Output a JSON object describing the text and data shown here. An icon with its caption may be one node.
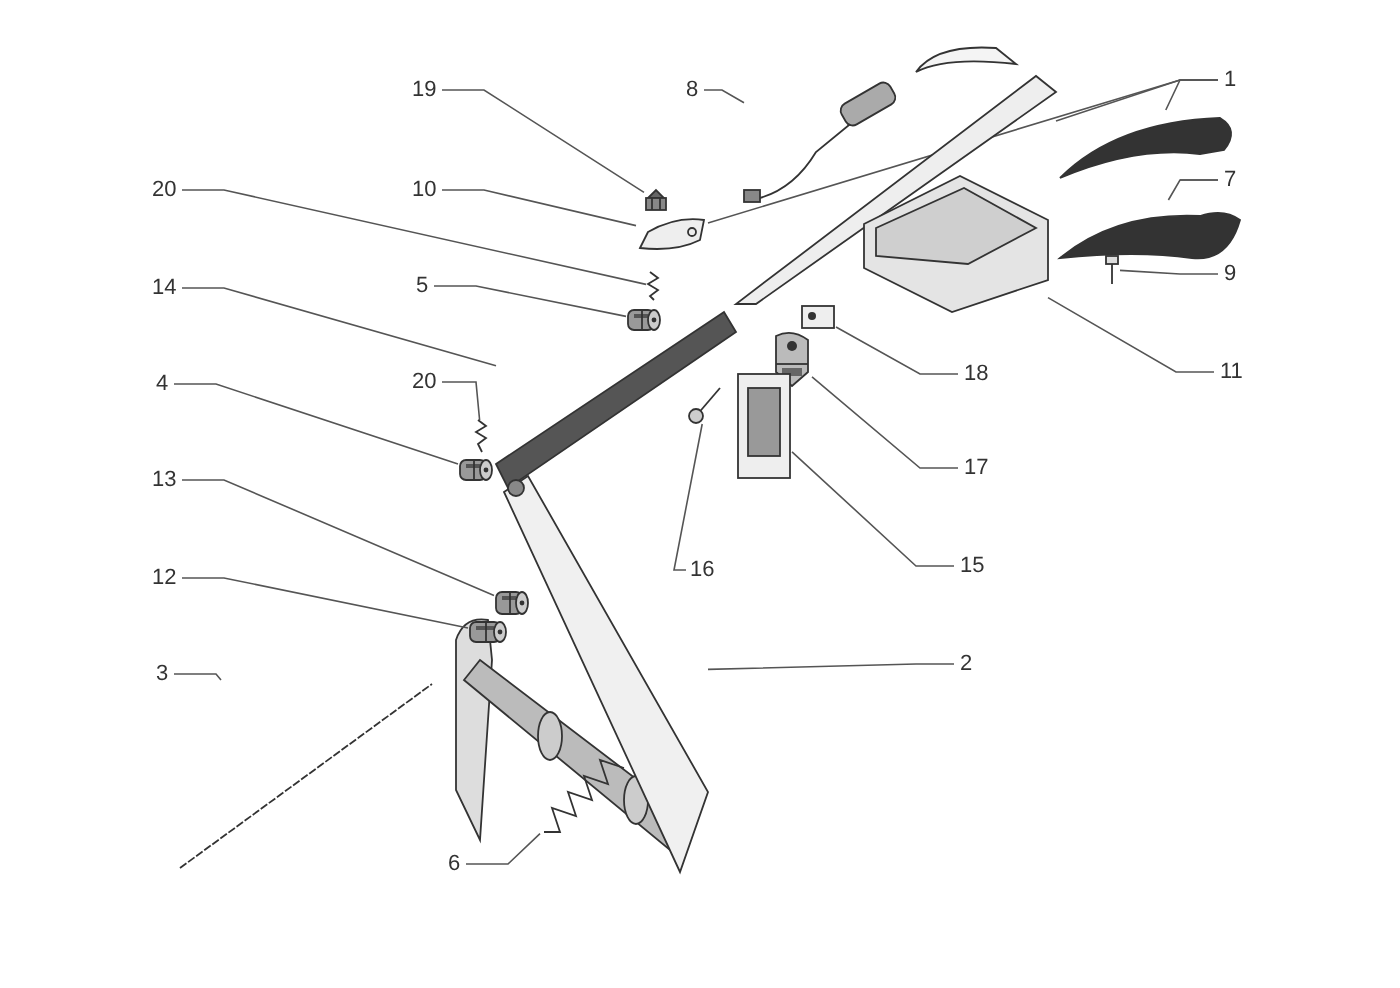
{
  "diagram": {
    "nodes": [
      {
        "text": [
          "19"
        ]
      },
      {
        "text": [
          "8"
        ]
      },
      {
        "text": [
          "1"
        ]
      },
      {
        "text": [
          "10"
        ]
      },
      {
        "text": [
          "20"
        ]
      },
      {
        "text": [
          "5"
        ]
      },
      {
        "text": [
          "7"
        ]
      },
      {
        "text": [
          "14"
        ]
      },
      {
        "text": [
          "9"
        ]
      },
      {
        "text": [
          "20"
        ]
      },
      {
        "text": [
          "4"
        ]
      },
      {
        "text": [
          "11"
        ]
      },
      {
        "text": [
          "18"
        ]
      },
      {
        "text": [
          "13"
        ]
      },
      {
        "text": [
          "17"
        ]
      },
      {
        "text": [
          "16"
        ]
      },
      {
        "text": [
          "15"
        ]
      },
      {
        "text": [
          "12"
        ]
      },
      {
        "text": [
          "2"
        ]
      },
      {
        "text": [
          "3"
        ]
      },
      {
        "text": [
          "6"
        ]
      },
      {
        "text": [],
        "shape": "picture"
      },
      {
        "text": [],
        "shape": "picture"
      },
      {
        "text": [],
        "shape": "picture"
      },
      {
        "text": [],
        "shape": "picture"
      },
      {
        "text": [],
        "shape": "picture"
      },
      {
        "text": [],
        "shape": "picture"
      },
      {
        "text": [],
        "shape": "picture"
      },
      {
        "text": [],
        "shape": "picture"
      },
      {
        "text": [],
        "shape": "picture"
      },
      {
        "text": [],
        "shape": "picture"
      },
      {
        "text": [],
        "shape": "picture"
      },
      {
        "text": [],
        "shape": "picture"
      },
      {
        "text": [],
        "shape": "picture"
      },
      {
        "text": [],
        "shape": "picture"
      },
      {
        "text": [],
        "shape": "picture"
      },
      {
        "text": [],
        "shape": "picture"
      },
      {
        "text": [],
        "shape": "picture"
      },
      {
        "text": [],
        "shape": "picture"
      },
      {
        "text": [],
        "shape": "picture"
      },
      {
        "text": [],
        "shape": "picture"
      },
      {
        "text": [],
        "shape": "picture"
      },
      {
        "text": [],
        "shape": "picture"
      }
    ],
    "edges": [
      {
        "from": 0,
        "to": 21,
        "arrow": "none"
      },
      {
        "from": 1,
        "to": 22,
        "arrow": "none"
      },
      {
        "from": 2,
        "to": 24,
        "arrow": "none"
      },
      {
        "from": 2,
        "to": 23,
        "arrow": "none"
      },
      {
        "from": 2,
        "to": 25,
        "arrow": "none"
      },
      {
        "from": 3,
        "to": 25,
        "arrow": "none"
      },
      {
        "from": 4,
        "to": 27,
        "arrow": "none"
      },
      {
        "from": 5,
        "to": 28,
        "arrow": "none"
      },
      {
        "from": 6,
        "to": 24,
        "arrow": "none"
      },
      {
        "from": 6,
        "to": 26,
        "arrow": "none"
      },
      {
        "from": 7,
        "to": 31,
        "arrow": "none"
      },
      {
        "from": 8,
        "to": 29,
        "arrow": "none"
      },
      {
        "from": 9,
        "to": 34,
        "arrow": "none"
      },
      {
        "from": 10,
        "to": 35,
        "arrow": "none"
      },
      {
        "from": 11,
        "to": 30,
        "arrow": "none"
      },
      {
        "from": 12,
        "to": 32,
        "arrow": "none"
      },
      {
        "from": 13,
        "to": 38,
        "arrow": "none"
      },
      {
        "from": 14,
        "to": 33,
        "arrow": "none"
      },
      {
        "from": 15,
        "to": 36,
        "arrow": "none"
      },
      {
        "from": 16,
        "to": 37,
        "arrow": "none"
      },
      {
        "from": 17,
        "to": 39,
        "arrow": "none"
      },
      {
        "from": 18,
        "to": 40,
        "arrow": "none"
      },
      {
        "from": 19,
        "to": 41,
        "arrow": "none"
      },
      {
        "from": 20,
        "to": 42,
        "arrow": "none"
      }
    ]
  }
}
